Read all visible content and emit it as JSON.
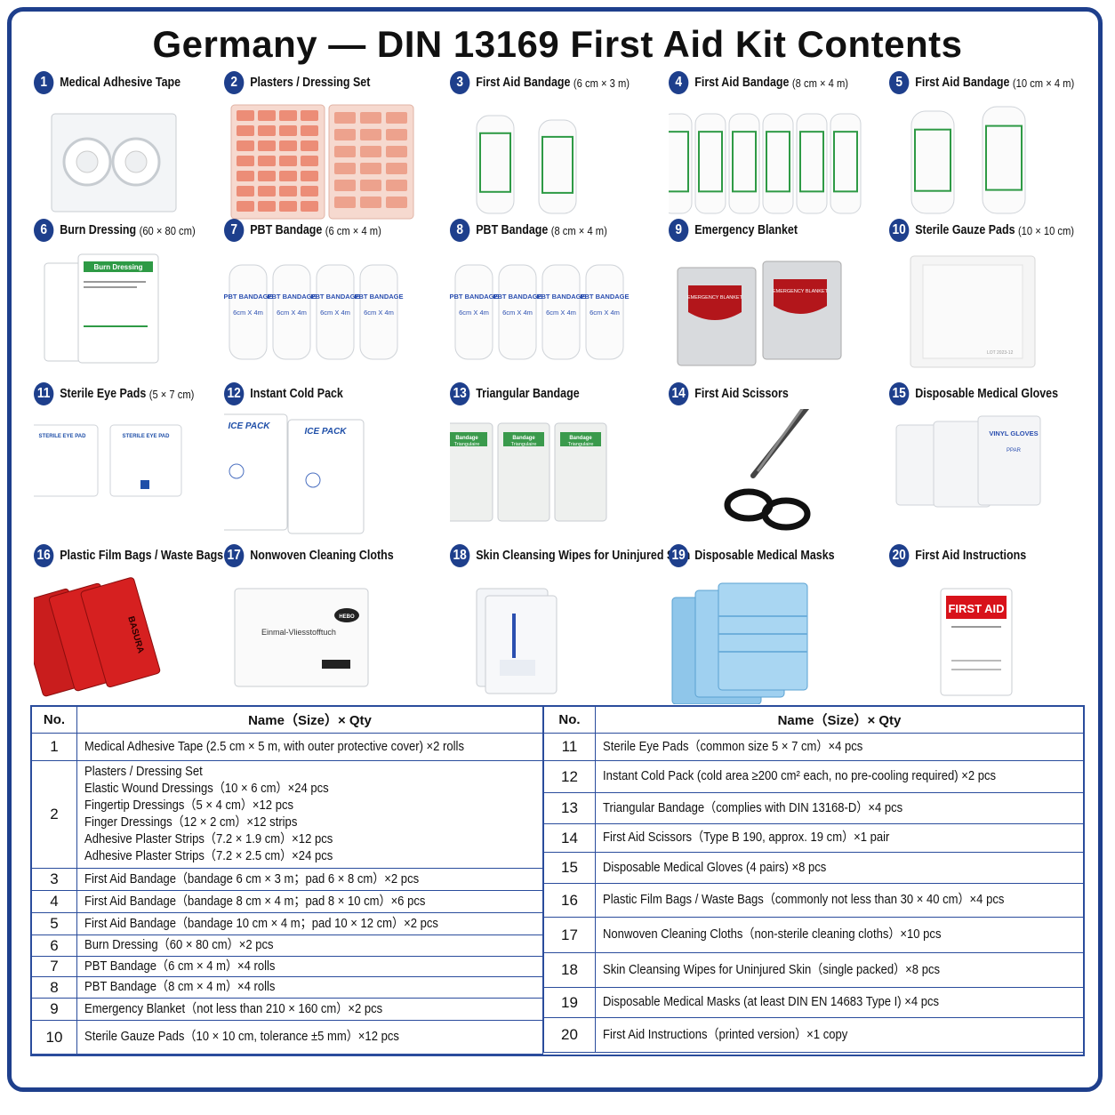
{
  "title": "Germany — DIN 13169 First Aid Kit Contents",
  "colors": {
    "frame": "#1e3f8c",
    "badge": "#1e3f8c",
    "table_border": "#2a4c9c"
  },
  "items": [
    {
      "no": "1",
      "name": "Medical Adhesive Tape",
      "size": ""
    },
    {
      "no": "2",
      "name": "Plasters / Dressing Set",
      "size": ""
    },
    {
      "no": "3",
      "name": "First Aid Bandage",
      "size": "(6 cm × 3 m)"
    },
    {
      "no": "4",
      "name": "First Aid Bandage",
      "size": "(8 cm × 4 m)"
    },
    {
      "no": "5",
      "name": "First Aid Bandage",
      "size": "(10 cm × 4 m)"
    },
    {
      "no": "6",
      "name": "Burn Dressing",
      "size": "(60 × 80 cm)"
    },
    {
      "no": "7",
      "name": "PBT Bandage",
      "size": "(6 cm × 4 m)"
    },
    {
      "no": "8",
      "name": "PBT Bandage",
      "size": "(8 cm × 4 m)"
    },
    {
      "no": "9",
      "name": "Emergency Blanket",
      "size": ""
    },
    {
      "no": "10",
      "name": "Sterile Gauze Pads",
      "size": "(10 × 10 cm)"
    },
    {
      "no": "11",
      "name": "Sterile Eye Pads",
      "size": "(5 × 7 cm)"
    },
    {
      "no": "12",
      "name": "Instant Cold Pack",
      "size": ""
    },
    {
      "no": "13",
      "name": "Triangular Bandage",
      "size": ""
    },
    {
      "no": "14",
      "name": "First Aid Scissors",
      "size": ""
    },
    {
      "no": "15",
      "name": "Disposable Medical Gloves",
      "size": ""
    },
    {
      "no": "16",
      "name": "Plastic Film Bags / Waste Bags",
      "size": ""
    },
    {
      "no": "17",
      "name": "Nonwoven Cleaning Cloths",
      "size": ""
    },
    {
      "no": "18",
      "name": "Skin Cleansing Wipes for Uninjured Skin",
      "size": ""
    },
    {
      "no": "19",
      "name": "Disposable Medical Masks",
      "size": ""
    },
    {
      "no": "20",
      "name": "First Aid Instructions",
      "size": ""
    }
  ],
  "pack_text": {
    "bandage_label": "PBT BANDAGE",
    "bandage_size": "6cm X 4m",
    "burn": "Burn Dressing",
    "blanket": "EMERGENCY BLANKET",
    "eye": "STERILE EYE PAD",
    "ice": "ICE PACK",
    "triangular": "Bandage Triangulaire",
    "gloves": "VINYL GLOVES",
    "gloves_size": "PPAR",
    "bags": "BASURA",
    "cloth": "Einmal-Vliesstofftuch",
    "cloth_brand": "HEBO",
    "lot": "LOT 2023-12",
    "first_aid": "FIRST AID"
  },
  "table": {
    "headers": {
      "no": "No.",
      "name": "Name（Size）× Qty"
    },
    "left": [
      {
        "no": "1",
        "lines": [
          "Medical Adhesive Tape (2.5 cm × 5 m, with outer protective cover) ×2 rolls"
        ]
      },
      {
        "no": "2",
        "lines": [
          "Plasters / Dressing Set",
          "Elastic Wound Dressings（10 × 6 cm）×24 pcs",
          "Fingertip Dressings（5 × 4 cm）×12 pcs",
          "Finger Dressings（12 × 2 cm）×12 strips",
          "Adhesive Plaster Strips（7.2 × 1.9 cm）×12 pcs",
          "Adhesive Plaster Strips（7.2 × 2.5 cm）×24 pcs"
        ]
      },
      {
        "no": "3",
        "lines": [
          "First Aid Bandage（bandage 6 cm × 3 m；pad 6 × 8 cm）×2 pcs"
        ]
      },
      {
        "no": "4",
        "lines": [
          "First Aid Bandage（bandage 8 cm × 4 m；pad 8 × 10 cm）×6 pcs"
        ]
      },
      {
        "no": "5",
        "lines": [
          "First Aid Bandage（bandage 10 cm × 4 m；pad 10 × 12 cm）×2 pcs"
        ]
      },
      {
        "no": "6",
        "lines": [
          "Burn Dressing（60 × 80 cm）×2 pcs"
        ]
      },
      {
        "no": "7",
        "lines": [
          "PBT Bandage（6 cm × 4 m）×4 rolls"
        ]
      },
      {
        "no": "8",
        "lines": [
          "PBT Bandage（8 cm × 4 m）×4 rolls"
        ]
      },
      {
        "no": "9",
        "lines": [
          "Emergency Blanket（not less than 210 × 160 cm）×2 pcs"
        ]
      },
      {
        "no": "10",
        "lines": [
          "Sterile Gauze Pads（10 × 10 cm, tolerance ±5 mm）×12 pcs"
        ]
      }
    ],
    "right": [
      {
        "no": "11",
        "lines": [
          "Sterile Eye Pads（common size 5 × 7 cm）×4 pcs"
        ]
      },
      {
        "no": "12",
        "lines": [
          "Instant Cold Pack (cold area ≥200 cm² each, no pre-cooling required) ×2 pcs"
        ]
      },
      {
        "no": "13",
        "lines": [
          "Triangular Bandage（complies with DIN 13168-D）×4 pcs"
        ]
      },
      {
        "no": "14",
        "lines": [
          "First Aid Scissors（Type B 190, approx. 19 cm）×1 pair"
        ]
      },
      {
        "no": "15",
        "lines": [
          "Disposable Medical Gloves (4 pairs) ×8 pcs"
        ]
      },
      {
        "no": "16",
        "lines": [
          "Plastic Film Bags / Waste Bags（commonly not less than 30 × 40 cm）×4 pcs"
        ]
      },
      {
        "no": "17",
        "lines": [
          "Nonwoven Cleaning Cloths（non-sterile cleaning cloths）×10 pcs"
        ]
      },
      {
        "no": "18",
        "lines": [
          "Skin Cleansing Wipes for Uninjured Skin（single packed）×8 pcs"
        ]
      },
      {
        "no": "19",
        "lines": [
          "Disposable Medical Masks (at least DIN EN 14683 Type I) ×4 pcs"
        ]
      },
      {
        "no": "20",
        "lines": [
          "First Aid Instructions（printed version）×1 copy"
        ]
      }
    ]
  }
}
